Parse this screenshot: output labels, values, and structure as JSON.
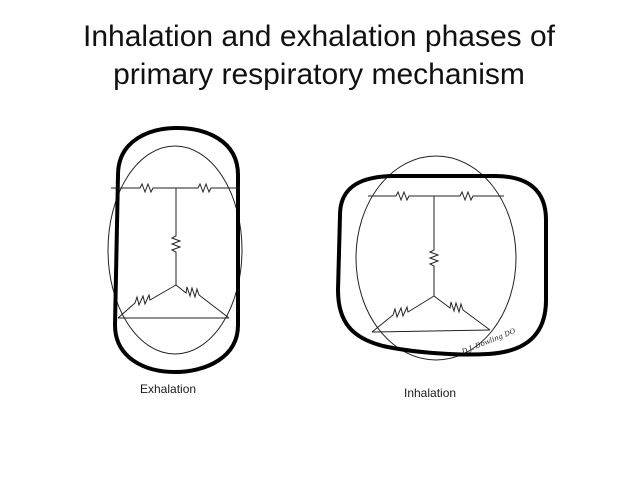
{
  "slide": {
    "title_line1": "Inhalation and exhalation phases of",
    "title_line2": "primary respiratory mechanism"
  },
  "figures": [
    {
      "label": "Exhalation"
    },
    {
      "label": "Inhalation",
      "signature": "D.J. Dowling DO"
    }
  ],
  "colors": {
    "background": "#ffffff",
    "ink": "#111111"
  }
}
